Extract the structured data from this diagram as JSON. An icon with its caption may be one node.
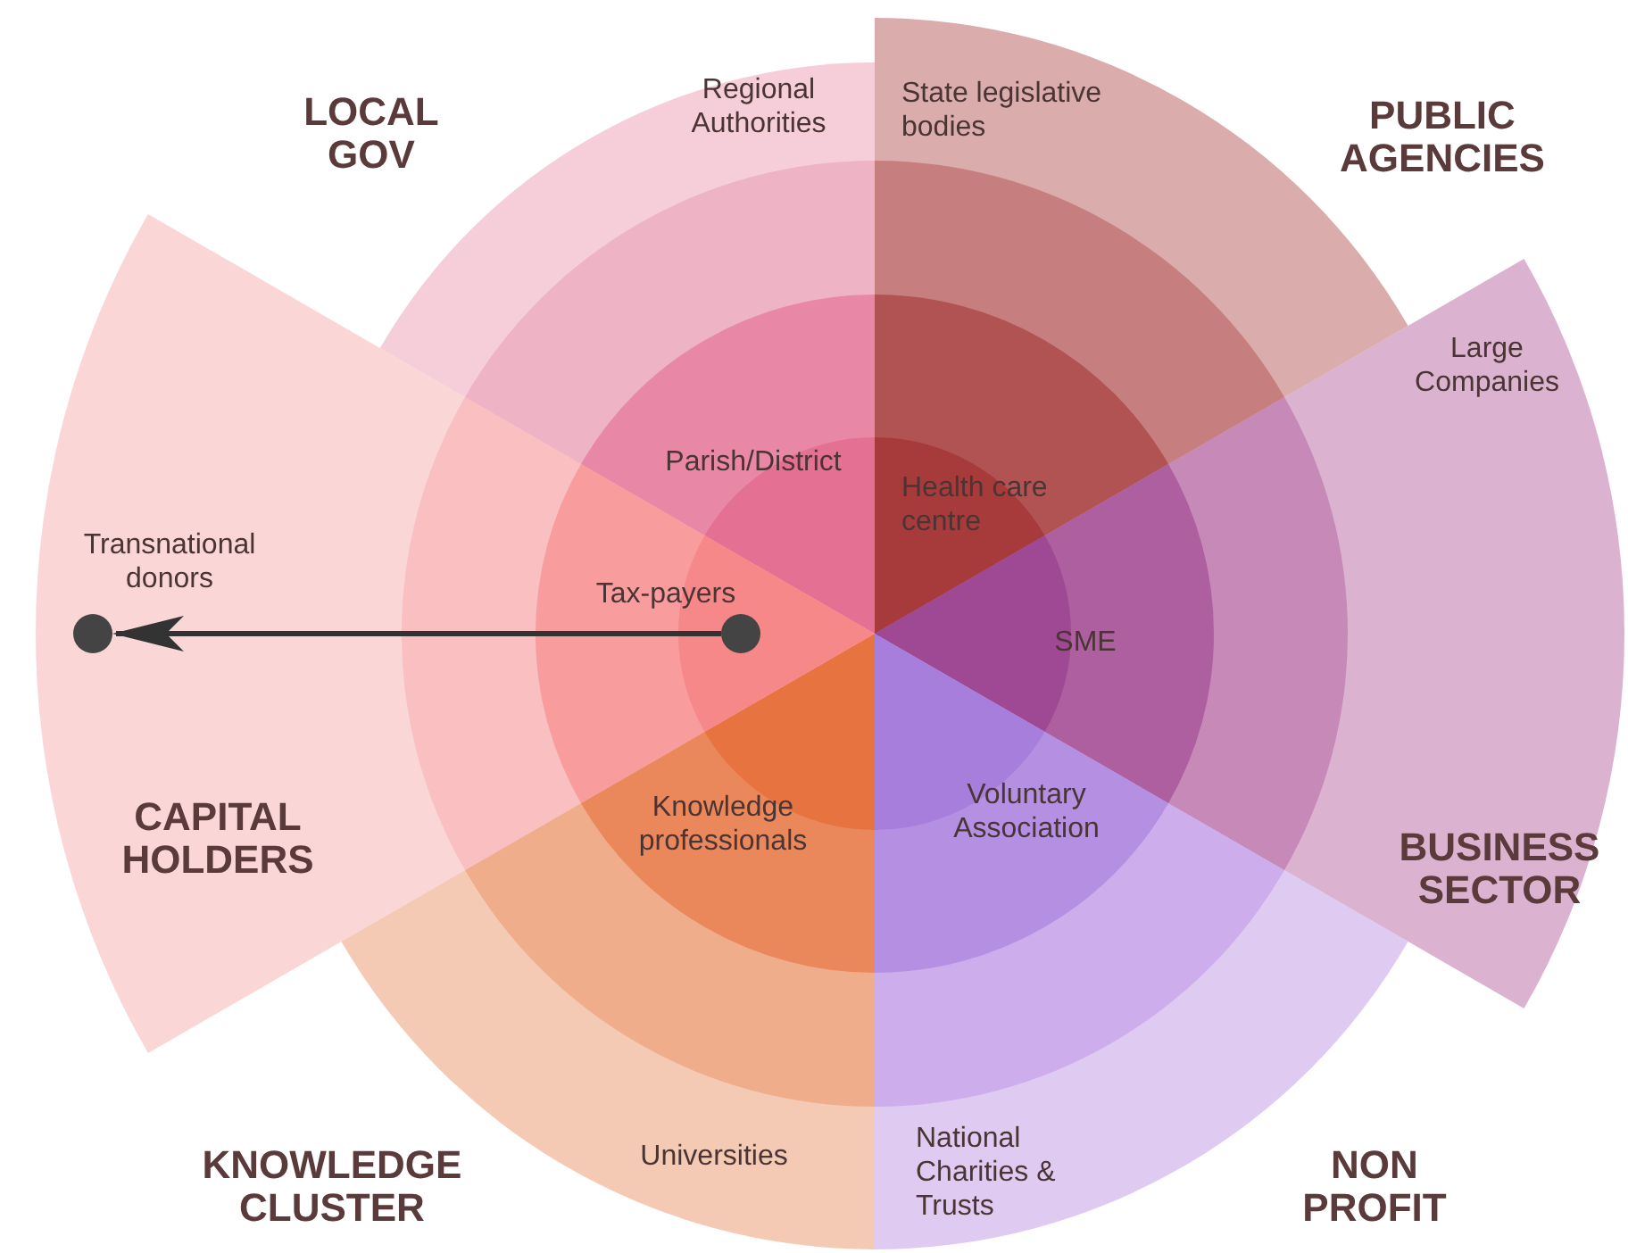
{
  "diagram": {
    "nodes": [
      {
        "text": [
          "LOCAL GOV",
          "Regional Authorities"
        ]
      },
      {
        "text": [
          "Parish/District"
        ],
        "in": 0
      },
      {
        "text": [
          "State legislative bodies",
          "PUBLIC AGENCIES"
        ]
      },
      {
        "text": [
          "Health care centre"
        ],
        "in": 2
      },
      {
        "text": [
          "Large Companies",
          "BUSINESS SECTOR"
        ]
      },
      {
        "text": [
          "SME"
        ],
        "in": 4
      },
      {
        "text": [
          "National Charities & Trusts",
          "NON PROFIT"
        ]
      },
      {
        "text": [
          "Voluntary Association"
        ],
        "in": 6
      },
      {
        "text": [
          "KNOWLEDGE CLUSTER",
          "Universities"
        ]
      },
      {
        "text": [
          "Knowledge professionals"
        ],
        "in": 8
      },
      {
        "text": [
          "Transnational donors",
          "CAPITAL HOLDERS"
        ]
      },
      {
        "text": [
          "Tax-payers"
        ],
        "in": 10
      },
      {
        "text": [],
        "shape": "circle",
        "in": 10
      },
      {
        "text": [],
        "shape": "circle",
        "in": 11
      }
    ],
    "edges": [
      {
        "from": 13,
        "to": 12,
        "arrow": "to"
      }
    ]
  }
}
